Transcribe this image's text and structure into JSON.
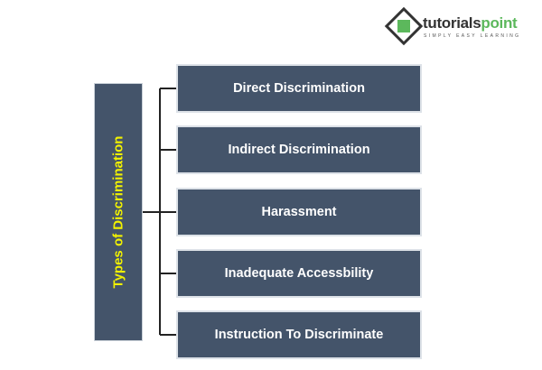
{
  "logo": {
    "name_dark": "tutorials",
    "name_green": "point",
    "tagline": "SIMPLY EASY LEARNING"
  },
  "root": {
    "label": "Types of Discrimination"
  },
  "types": [
    {
      "label": "Direct Discrimination"
    },
    {
      "label": "Indirect Discrimination"
    },
    {
      "label": "Harassment"
    },
    {
      "label": "Inadequate Accessbility"
    },
    {
      "label": "Instruction To Discriminate"
    }
  ],
  "colors": {
    "box": "#44546a",
    "root_text": "#f2f200",
    "text": "#ffffff"
  }
}
